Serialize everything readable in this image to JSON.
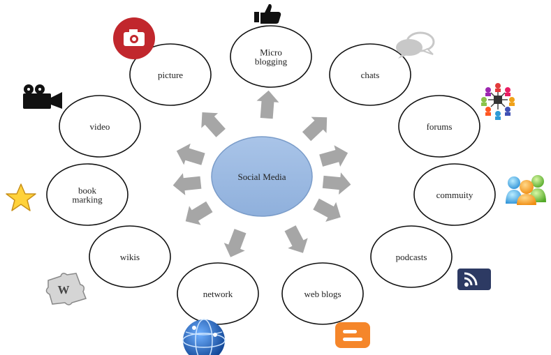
{
  "center": {
    "label": "Social Media",
    "fill": "#9dbbe3",
    "stroke": "#7a9cc9"
  },
  "nodes": [
    {
      "key": "micro-blogging",
      "lines": [
        "Micro",
        "blogging"
      ],
      "icon": "thumbs-up-icon"
    },
    {
      "key": "chats",
      "lines": [
        "chats"
      ],
      "icon": "speech-bubble-icon"
    },
    {
      "key": "forums",
      "lines": [
        "forums"
      ],
      "icon": "people-network-icon"
    },
    {
      "key": "community",
      "lines": [
        "commuity"
      ],
      "icon": "user-group-icon"
    },
    {
      "key": "podcasts",
      "lines": [
        "podcasts"
      ],
      "icon": "rss-feed-icon"
    },
    {
      "key": "web-blogs",
      "lines": [
        "web blogs"
      ],
      "icon": "blogger-icon"
    },
    {
      "key": "network",
      "lines": [
        "network"
      ],
      "icon": "globe-icon"
    },
    {
      "key": "wikis",
      "lines": [
        "wikis"
      ],
      "icon": "wikipedia-puzzle-icon"
    },
    {
      "key": "book-marking",
      "lines": [
        "book",
        "marking"
      ],
      "icon": "star-icon"
    },
    {
      "key": "video",
      "lines": [
        "video"
      ],
      "icon": "video-camera-icon"
    },
    {
      "key": "picture",
      "lines": [
        "picture"
      ],
      "icon": "camera-icon"
    }
  ],
  "colors": {
    "arrow": "#a6a6a6",
    "node_stroke": "#111111",
    "node_fill": "#ffffff"
  }
}
